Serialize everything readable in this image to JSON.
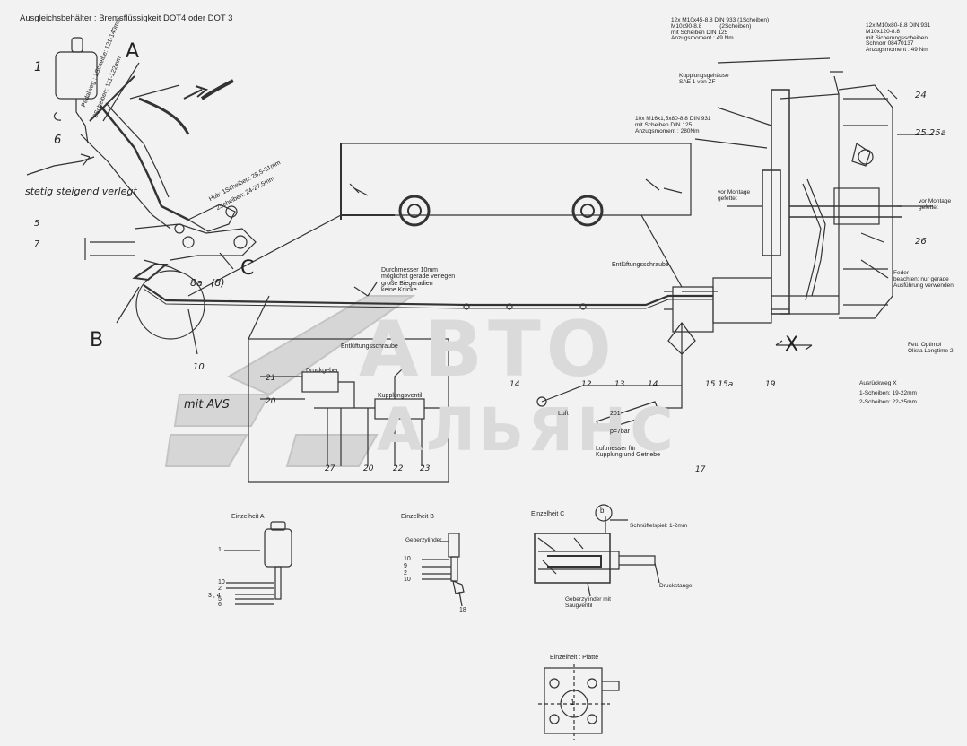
{
  "title": "Ausgleichsbehälter : Bremsflüssigkeit DOT4 oder DOT 3",
  "hand_labels": {
    "steady": "stetig steigend verlegt",
    "A": "A",
    "B": "B",
    "C": "C",
    "X": "X",
    "n1": "1",
    "n6": "6",
    "n5": "5",
    "n7": "7",
    "n8a": "8a",
    "n8b": "(8)",
    "n10": "10",
    "mit_avs": "mit AVS",
    "n24": "24",
    "n25": "25 25a",
    "n26": "26",
    "n19": "19",
    "n14": "14",
    "n12": "12",
    "n13": "13",
    "n14b": "14",
    "n1515": "15 15a",
    "n17": "17",
    "n21": "21",
    "n20": "20",
    "n27": "27",
    "n20b": "20",
    "n22": "22",
    "n23": "23"
  },
  "pedal_text": {
    "line1": "Pedalweg : 1Scheibe: 121-140mm",
    "line2": "2Scheiben: 111-122mm",
    "hub1": "Hub: 1Scheiben: 28,5-31mm",
    "hub2": "2Scheiben: 24-27,5mm"
  },
  "notes": {
    "pipe": "Durchmesser 10mm\nmöglichst gerade verlegen\ngroße Biegeradien\nkeine Knicke",
    "entl1": "Entlüftungsschraube",
    "entl2": "Entlüftungsschraube",
    "druckgeber": "Druckgeber",
    "kupplungsventil": "Kupplungsventil",
    "luft": "Luft",
    "p": "p=7bar",
    "n201": "201",
    "luftmesse": "Luftmesser für\nKupplung und Getriebe",
    "bolts_top": "12x M10x45-8.8 DIN 933 (1Scheiben)\nM10x90-8.8           (2Scheiben)\nmit Scheiben DIN 125\nAnzugsmoment : 49 Nm",
    "bolts_right": "12x M10x80-8.8 DIN 931\nM10x120-8.8\nmit Sicherungsscheiben\nSchnorr 08470137\nAnzugsmoment : 49 Nm",
    "housing": "Kupplungsgehäuse\nSAE 1 von ZF",
    "bolts_mid": "10x M16x1,5x80-8.8 DIN 931\nmit Scheiben DIN 125\nAnzugsmoment : 280Nm",
    "montage_l": "vor Montage\ngefettet",
    "montage_r": "vor Montage\ngefettet",
    "feder": "Feder\nbeachten: nur gerade\nAusführung verwenden",
    "fett": "Fett: Optimol\nOlista Longtime 2",
    "ausrueck": "Ausrückweg X",
    "scheiben1": "1-Scheiben: 19-22mm",
    "scheiben2": "2-Scheiben: 22-25mm"
  },
  "detail_a": {
    "title": "Einzelheit A",
    "labels": [
      "1",
      "10",
      "2",
      "3 , 4",
      "5",
      "6"
    ]
  },
  "detail_b": {
    "title": "Einzelheit B",
    "geber": "Geberzylinder",
    "labels": [
      "10",
      "9",
      "2",
      "10",
      "18"
    ]
  },
  "detail_c": {
    "title": "Einzelheit C",
    "b": "b",
    "spiel": "Schnüffelspiel: 1-2mm",
    "druck": "Druckstange",
    "geber": "Geberzylinder mit\nSaugventil"
  },
  "detail_platte": {
    "title": "Einzelheit : Platte",
    "center": "1"
  },
  "watermark": {
    "line1": "АВТО",
    "line2": "АЛЬЯНС"
  },
  "colors": {
    "ink": "#222222",
    "paper": "#f2f2f2",
    "watermark": "#d8d8d8"
  }
}
